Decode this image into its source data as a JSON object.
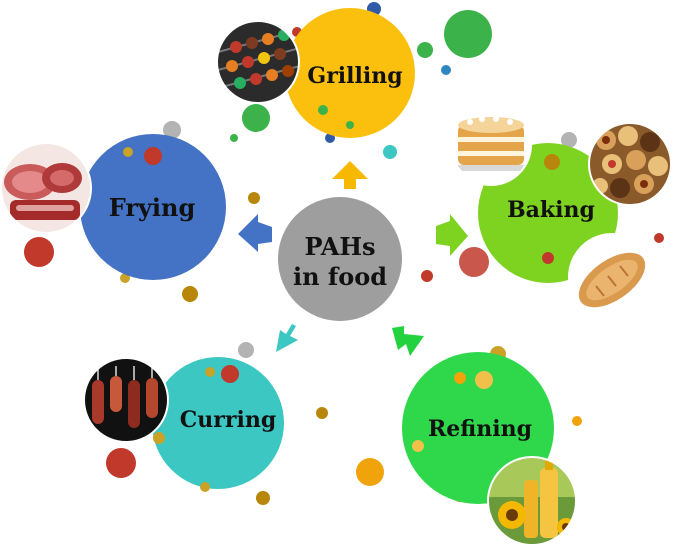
{
  "center": {
    "line1": "PAHs",
    "line2": "in food",
    "color": "#9e9e9e"
  },
  "processes": {
    "grilling": {
      "label": "Grilling",
      "color": "#fbbf0e",
      "arrow_color": "#f6b800"
    },
    "frying": {
      "label": "Frying",
      "color": "#4472c4",
      "arrow_color": "#4472c4"
    },
    "baking": {
      "label": "Baking",
      "color": "#7ed321",
      "arrow_color": "#7ed321"
    },
    "curring": {
      "label": "Curring",
      "color": "#3cc7c2",
      "arrow_color": "#3cc7c2"
    },
    "refining": {
      "label": "Refining",
      "color": "#2ed84a",
      "arrow_color": "#22d33f"
    }
  },
  "photos": [
    "grilled-skewers",
    "sliced-meat",
    "layer-cake",
    "cookies",
    "bread-loaf",
    "hanging-sausages",
    "sunflower-oil"
  ],
  "accent_colors": {
    "grey": "#b3b3b3",
    "dark_red": "#c0392b",
    "brown": "#b8860b",
    "orange": "#f0a30a",
    "green": "#3cb34a",
    "blue": "#2e86c1"
  }
}
